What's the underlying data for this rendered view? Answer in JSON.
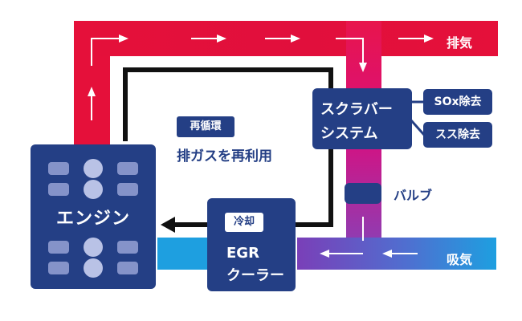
{
  "labels": {
    "exhaust": "排気",
    "intake": "吸気",
    "recirculation_tag": "再循環",
    "recirculation_desc": "排ガスを再利用",
    "engine": "エンジン",
    "egr_tag": "冷却",
    "egr_line1": "EGR",
    "egr_line2": "クーラー",
    "scrubber_line1": "スクラバー",
    "scrubber_line2": "システム",
    "sox_removal": "SOx除去",
    "soot_removal": "スス除去",
    "valve": "バルブ"
  },
  "colors": {
    "navy": "#243f85",
    "exhaust_red": "#e5103a",
    "exhaust_magenta": "#d80f7f",
    "intake_purple": "#7a3fb8",
    "intake_blue": "#1e9fe0",
    "recirculation_line": "#111111"
  }
}
